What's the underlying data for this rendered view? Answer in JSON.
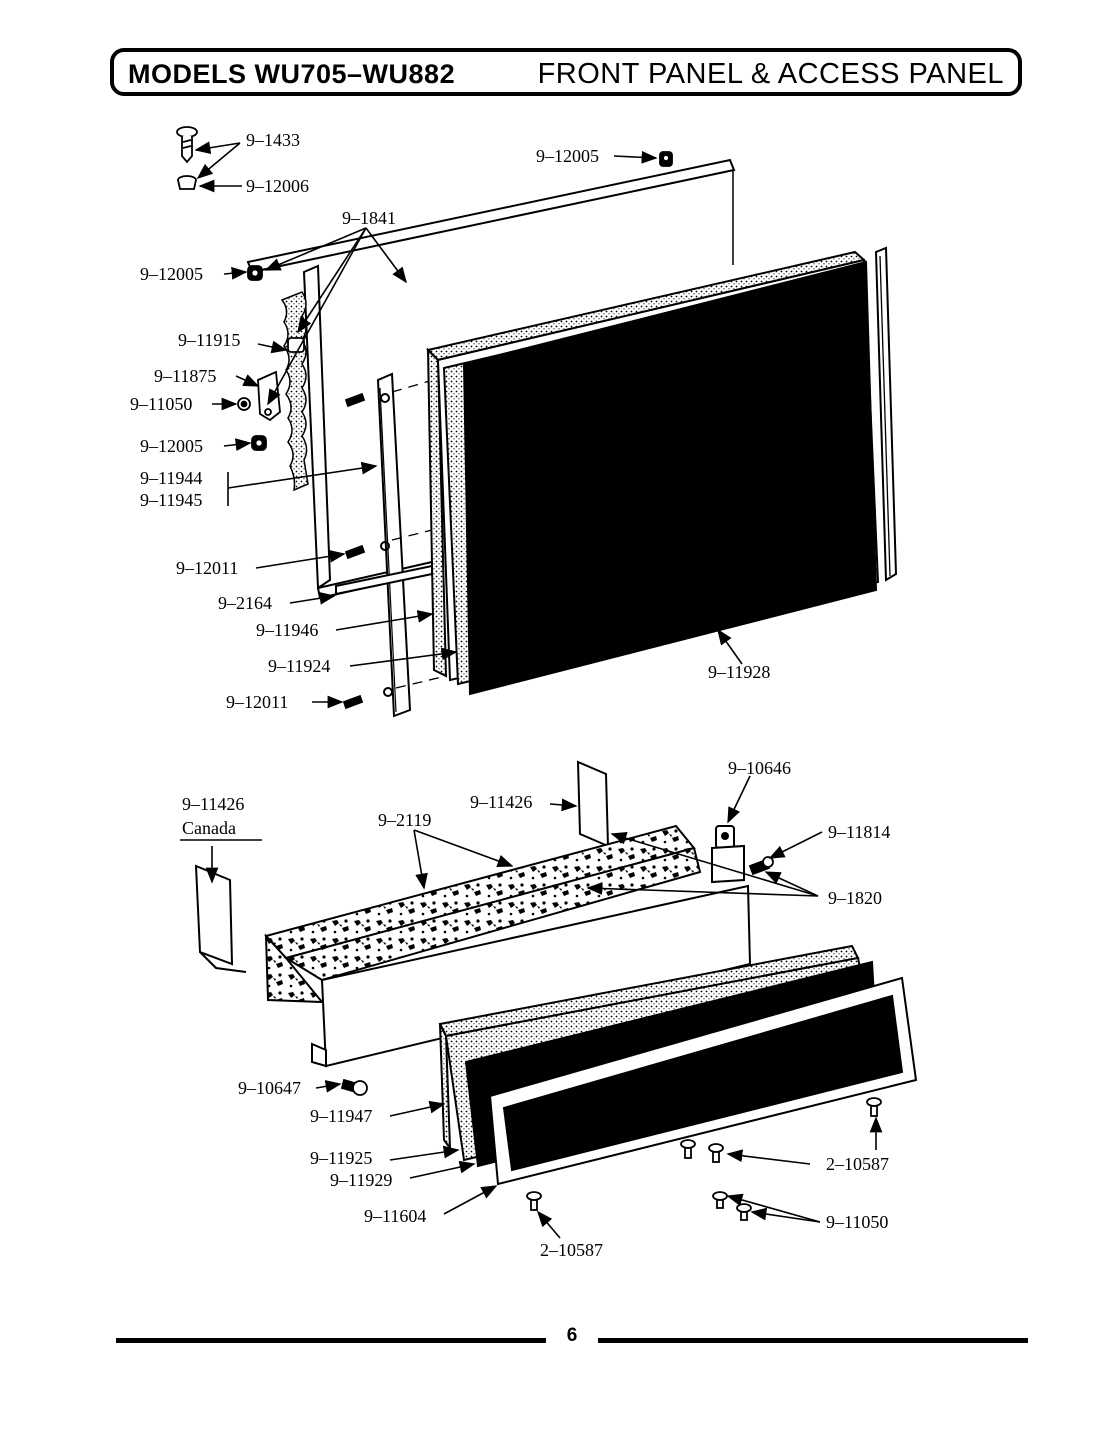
{
  "header": {
    "models": "MODELS WU705–WU882",
    "section_title": "FRONT PANEL & ACCESS PANEL"
  },
  "callouts": {
    "c_1433": "9–1433",
    "c_12006": "9–12006",
    "c_12005_top": "9–12005",
    "c_1841": "9–1841",
    "c_12005_mid": "9–12005",
    "c_11915": "9–11915",
    "c_11875": "9–11875",
    "c_11050_top": "9–11050",
    "c_12005_low": "9–12005",
    "c_11944": "9–11944",
    "c_11945": "9–11945",
    "c_12011_a": "9–12011",
    "c_2164": "9–2164",
    "c_11946": "9–11946",
    "c_11924": "9–11924",
    "c_12011_b": "9–12011",
    "c_11928": "9–11928",
    "c_11426_canada": "9–11426",
    "canada": "Canada",
    "c_2119": "9–2119",
    "c_11426": "9–11426",
    "c_10646": "9–10646",
    "c_11814": "9–11814",
    "c_1820": "9–1820",
    "c_10647": "9–10647",
    "c_11947": "9–11947",
    "c_11925": "9–11925",
    "c_11929": "9–11929",
    "c_11604": "9–11604",
    "c_10587_right": "2–10587",
    "c_10587_bottom": "2–10587",
    "c_11050_bottom": "9–11050"
  },
  "footer": {
    "page_number": "6"
  }
}
